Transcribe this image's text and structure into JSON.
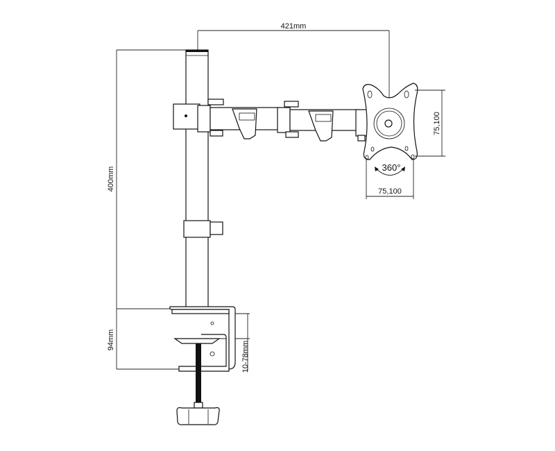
{
  "diagram": {
    "title": "Single monitor desk mount arm dimensions",
    "dimensions": {
      "arm_reach": "421mm",
      "pole_height": "400mm",
      "clamp_height": "94mm",
      "desk_thickness": "10-78mm",
      "vesa_vertical": "75,100",
      "vesa_horizontal": "75,100",
      "rotation": "360°"
    }
  }
}
